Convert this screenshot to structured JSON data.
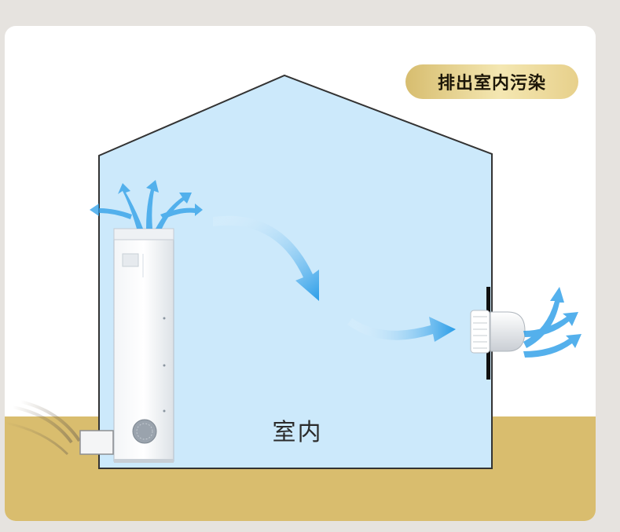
{
  "badge": {
    "label": "排出室内污染"
  },
  "room": {
    "label": "室内"
  },
  "colors": {
    "background": "#e6e3df",
    "card": "#ffffff",
    "ground": "#d9bd6e",
    "room_fill": "#cce9fb",
    "room_outline": "#333333",
    "air_flow": "#2a9de8",
    "badge_gold": "#e3ca80"
  },
  "icons": [
    "air-purifier-unit",
    "wall-exhaust-fan",
    "air-flow-arrow"
  ]
}
